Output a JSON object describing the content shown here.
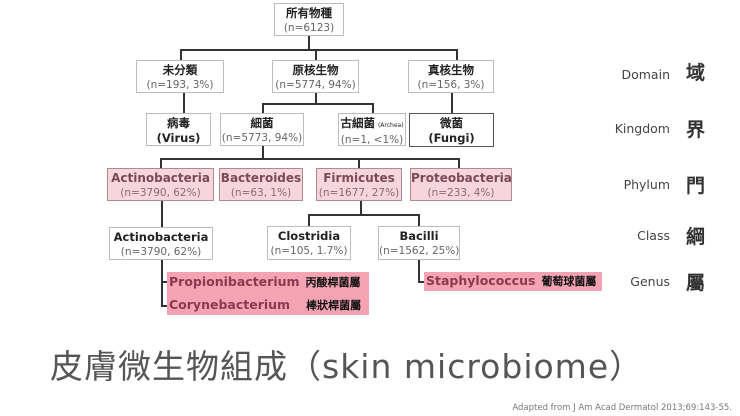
{
  "tree": {
    "root": {
      "title": "所有物種",
      "count": "(n=6123)"
    },
    "domain": [
      {
        "title": "未分類",
        "count": "(n=193, 3%)"
      },
      {
        "title": "原核生物",
        "count": "(n=5774, 94%)"
      },
      {
        "title": "真核生物",
        "count": "(n=156, 3%)"
      }
    ],
    "kingdom": [
      {
        "title": "病毒",
        "count": "(Virus)"
      },
      {
        "title": "細菌",
        "count": "(n=5773, 94%)"
      },
      {
        "title": "古細菌",
        "note": "(Archea)",
        "count": "(n=1, <1%)"
      },
      {
        "title": "微菌",
        "count": "(Fungi)"
      }
    ],
    "phylum": [
      {
        "title": "Actinobacteria",
        "count": "(n=3790, 62%)"
      },
      {
        "title": "Bacteroides",
        "count": "(n=63, 1%)"
      },
      {
        "title": "Firmicutes",
        "count": "(n=1677, 27%)"
      },
      {
        "title": "Proteobacteria",
        "count": "(n=233, 4%)"
      }
    ],
    "class": [
      {
        "title": "Actinobacteria",
        "count": "(n=3790, 62%)"
      },
      {
        "title": "Clostridia",
        "count": "(n=105, 1.7%)"
      },
      {
        "title": "Bacilli",
        "count": "(n=1562, 25%)"
      }
    ],
    "genus": [
      {
        "name": "Propionibacterium",
        "zh": "丙酸桿菌屬"
      },
      {
        "name": "Corynebacterium",
        "zh": "棒狀桿菌屬"
      },
      {
        "name": "Staphylococcus",
        "zh": "葡萄球菌屬"
      }
    ]
  },
  "ranks": [
    {
      "en": "Domain",
      "zh": "域"
    },
    {
      "en": "Kingdom",
      "zh": "界"
    },
    {
      "en": "Phylum",
      "zh": "門"
    },
    {
      "en": "Class",
      "zh": "綱"
    },
    {
      "en": "Genus",
      "zh": "屬"
    }
  ],
  "title": "皮膚微生物組成（skin microbiome）",
  "citation": "Adapted from J Am Acad Dermatol 2013;69:143-55.",
  "colors": {
    "highlight": "#f7d5dc",
    "genus": "#f4a3b3"
  }
}
